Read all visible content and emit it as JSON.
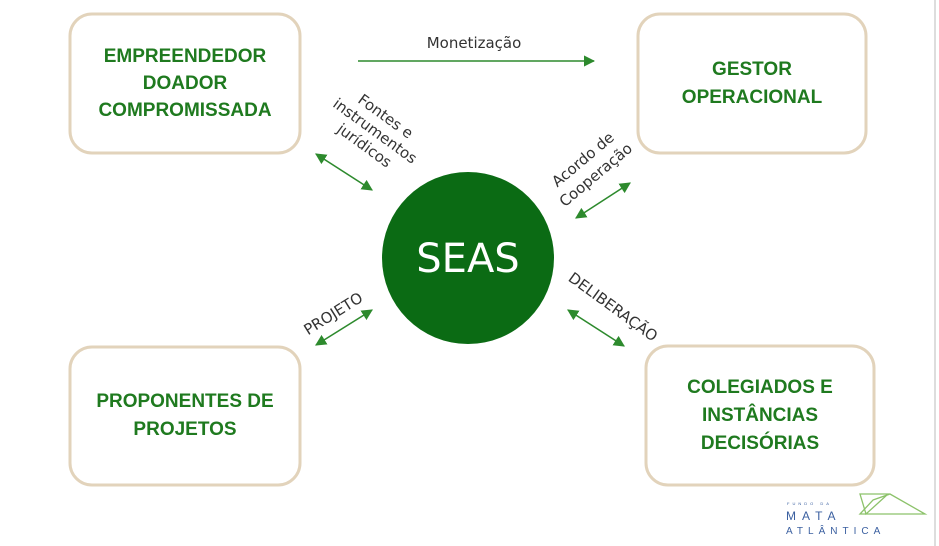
{
  "center": {
    "label": "SEAS",
    "color": "#0b6b14"
  },
  "boxes": {
    "top_left": [
      "EMPREENDEDOR",
      "DOADOR",
      "COMPROMISSADA"
    ],
    "top_right": [
      "GESTOR",
      "OPERACIONAL"
    ],
    "bottom_left": [
      "PROPONENTES DE",
      "PROJETOS"
    ],
    "bottom_right": [
      "COLEGIADOS E",
      "INSTÂNCIAS",
      "DECISÓRIAS"
    ]
  },
  "relations": {
    "monetizacao": "Monetização",
    "fontes": [
      "Fontes e",
      "instrumentos",
      "jurídicos"
    ],
    "acordo": [
      "Acordo de",
      "Cooperação"
    ],
    "projeto": "PROJETO",
    "deliberacao": "DELIBERAÇÃO"
  },
  "logo": {
    "line1": "FUNDO DA",
    "line2": "MATA",
    "line3": "ATLÂNTICA"
  },
  "colors": {
    "text_green": "#1f7a1f",
    "arrow_green": "#2d8a2d",
    "box_border": "#e2d3bb"
  }
}
